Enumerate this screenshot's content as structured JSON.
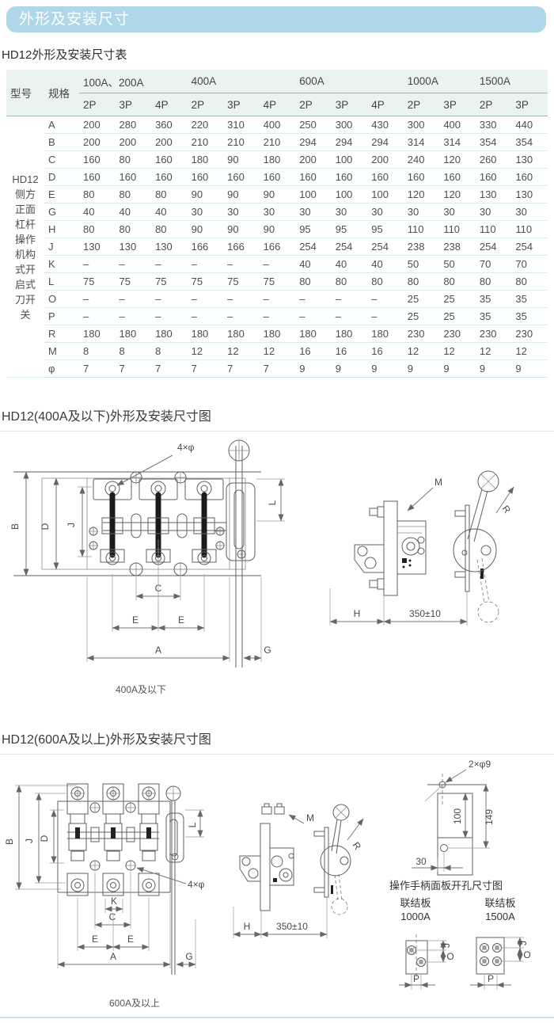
{
  "page": {
    "banner_title": "外形及安装尺寸",
    "table_title": "HD12外形及安装尺寸表",
    "section1_title": "HD12(400A及以下)外形及安装尺寸图",
    "section2_title": "HD12(600A及以上)外形及安装尺寸图",
    "fig1_caption": "400A及以下",
    "fig2_caption": "600A及以上",
    "panel_caption": "操作手柄面板开孔尺寸图",
    "plate_1000": {
      "name": "联结板",
      "rating": "1000A"
    },
    "plate_1500": {
      "name": "联结板",
      "rating": "1500A"
    }
  },
  "colors": {
    "banner_bg": "#aed7e9",
    "banner_text": "#ffffff",
    "table_header_bg": "#eaf3ef",
    "row_divider": "#d9ece6",
    "bottom_divider": "#c9e2ed"
  },
  "table": {
    "col_model": "型号",
    "col_spec": "规格",
    "model_label_lines": [
      "HD12",
      "侧方",
      "正面",
      "杠杆",
      "操作",
      "机构",
      "式开",
      "启式",
      "刀开",
      "关"
    ],
    "groups": [
      {
        "label": "100A、200A",
        "cols": [
          "2P",
          "3P",
          "4P"
        ]
      },
      {
        "label": "400A",
        "cols": [
          "2P",
          "3P",
          "4P"
        ]
      },
      {
        "label": "600A",
        "cols": [
          "2P",
          "3P",
          "4P"
        ]
      },
      {
        "label": "1000A",
        "cols": [
          "2P",
          "3P"
        ]
      },
      {
        "label": "1500A",
        "cols": [
          "2P",
          "3P"
        ]
      }
    ],
    "rows": [
      {
        "spec": "A",
        "values": [
          "200",
          "280",
          "360",
          "220",
          "310",
          "400",
          "250",
          "300",
          "430",
          "300",
          "400",
          "330",
          "440"
        ]
      },
      {
        "spec": "B",
        "values": [
          "200",
          "200",
          "200",
          "210",
          "210",
          "210",
          "294",
          "294",
          "294",
          "314",
          "314",
          "354",
          "354"
        ]
      },
      {
        "spec": "C",
        "values": [
          "160",
          "80",
          "160",
          "180",
          "90",
          "180",
          "200",
          "100",
          "200",
          "240",
          "120",
          "260",
          "130"
        ]
      },
      {
        "spec": "D",
        "values": [
          "160",
          "160",
          "160",
          "160",
          "160",
          "160",
          "160",
          "160",
          "160",
          "160",
          "160",
          "160",
          "160"
        ]
      },
      {
        "spec": "E",
        "values": [
          "80",
          "80",
          "80",
          "90",
          "90",
          "90",
          "100",
          "100",
          "100",
          "120",
          "120",
          "130",
          "130"
        ]
      },
      {
        "spec": "G",
        "values": [
          "40",
          "40",
          "40",
          "30",
          "30",
          "30",
          "30",
          "30",
          "30",
          "30",
          "30",
          "30",
          "30"
        ]
      },
      {
        "spec": "H",
        "values": [
          "80",
          "80",
          "80",
          "90",
          "90",
          "90",
          "95",
          "95",
          "95",
          "110",
          "110",
          "110",
          "110"
        ]
      },
      {
        "spec": "J",
        "values": [
          "130",
          "130",
          "130",
          "166",
          "166",
          "166",
          "254",
          "254",
          "254",
          "238",
          "238",
          "254",
          "254"
        ]
      },
      {
        "spec": "K",
        "values": [
          "–",
          "–",
          "–",
          "–",
          "–",
          "–",
          "40",
          "40",
          "40",
          "50",
          "50",
          "70",
          "70"
        ]
      },
      {
        "spec": "L",
        "values": [
          "75",
          "75",
          "75",
          "75",
          "75",
          "75",
          "80",
          "80",
          "80",
          "80",
          "80",
          "80",
          "80"
        ]
      },
      {
        "spec": "O",
        "values": [
          "–",
          "–",
          "–",
          "–",
          "–",
          "–",
          "–",
          "–",
          "–",
          "25",
          "25",
          "35",
          "35"
        ]
      },
      {
        "spec": "P",
        "values": [
          "–",
          "–",
          "–",
          "–",
          "–",
          "–",
          "–",
          "–",
          "–",
          "25",
          "25",
          "35",
          "35"
        ]
      },
      {
        "spec": "R",
        "values": [
          "180",
          "180",
          "180",
          "180",
          "180",
          "180",
          "180",
          "180",
          "180",
          "230",
          "230",
          "230",
          "230"
        ]
      },
      {
        "spec": "M",
        "values": [
          "8",
          "8",
          "8",
          "12",
          "12",
          "12",
          "16",
          "16",
          "16",
          "12",
          "12",
          "12",
          "12"
        ]
      },
      {
        "spec": "φ",
        "values": [
          "7",
          "7",
          "7",
          "7",
          "7",
          "7",
          "9",
          "9",
          "9",
          "9",
          "9",
          "9",
          "9"
        ]
      }
    ]
  },
  "labels": {
    "fig1_front": {
      "hole_note": "4×φ",
      "b": "B",
      "d": "D",
      "j": "J",
      "l": "L",
      "c": "C",
      "e1": "E",
      "e2": "E",
      "a": "A",
      "g": "G"
    },
    "fig1_side": {
      "m": "M",
      "r": "R",
      "h": "H",
      "span": "350±10"
    },
    "fig2_front": {
      "b": "B",
      "j": "J",
      "d": "D",
      "l": "L",
      "hole_note": "4×φ",
      "k": "K",
      "c": "C",
      "e1": "E",
      "e2": "E",
      "a": "A",
      "g": "G"
    },
    "fig2_side": {
      "m": "M",
      "r": "R",
      "h": "H",
      "span": "350±10"
    },
    "panel": {
      "hole_note": "2×φ9",
      "d100": "100",
      "d149": "149",
      "d30": "30"
    },
    "plate_1000": {
      "j": "J",
      "o": "O",
      "p": "P"
    },
    "plate_1500": {
      "j": "J",
      "o": "O",
      "p": "P"
    }
  }
}
